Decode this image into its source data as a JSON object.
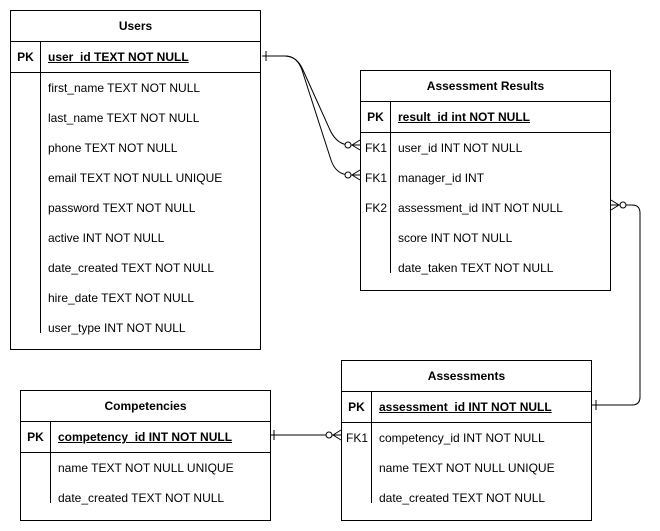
{
  "entities": {
    "users": {
      "title": "Users",
      "pk": {
        "key": "PK",
        "field": "user_id TEXT NOT NULL"
      },
      "rows": [
        {
          "key": "",
          "field": "first_name TEXT NOT NULL"
        },
        {
          "key": "",
          "field": "last_name TEXT NOT NULL"
        },
        {
          "key": "",
          "field": "phone TEXT NOT NULL"
        },
        {
          "key": "",
          "field": "email TEXT NOT NULL UNIQUE"
        },
        {
          "key": "",
          "field": "password TEXT NOT NULL"
        },
        {
          "key": "",
          "field": "active INT NOT NULL"
        },
        {
          "key": "",
          "field": "date_created TEXT NOT NULL"
        },
        {
          "key": "",
          "field": "hire_date TEXT NOT NULL"
        },
        {
          "key": "",
          "field": "user_type INT NOT NULL"
        }
      ]
    },
    "assessment_results": {
      "title": "Assessment Results",
      "pk": {
        "key": "PK",
        "field": "result_id int NOT NULL"
      },
      "rows": [
        {
          "key": "FK1",
          "field": "user_id INT NOT NULL"
        },
        {
          "key": "FK1",
          "field": "manager_id INT"
        },
        {
          "key": "FK2",
          "field": "assessment_id INT NOT NULL"
        },
        {
          "key": "",
          "field": "score INT NOT NULL"
        },
        {
          "key": "",
          "field": "date_taken TEXT NOT NULL"
        }
      ]
    },
    "competencies": {
      "title": "Competencies",
      "pk": {
        "key": "PK",
        "field": "competency_id INT NOT NULL"
      },
      "rows": [
        {
          "key": "",
          "field": "name TEXT NOT NULL UNIQUE"
        },
        {
          "key": "",
          "field": "date_created TEXT NOT NULL"
        }
      ]
    },
    "assessments": {
      "title": "Assessments",
      "pk": {
        "key": "PK",
        "field": "assessment_id INT NOT NULL"
      },
      "rows": [
        {
          "key": "FK1",
          "field": "competency_id INT NOT NULL"
        },
        {
          "key": "",
          "field": "name TEXT NOT NULL UNIQUE"
        },
        {
          "key": "",
          "field": "date_created TEXT NOT NULL"
        }
      ]
    }
  }
}
